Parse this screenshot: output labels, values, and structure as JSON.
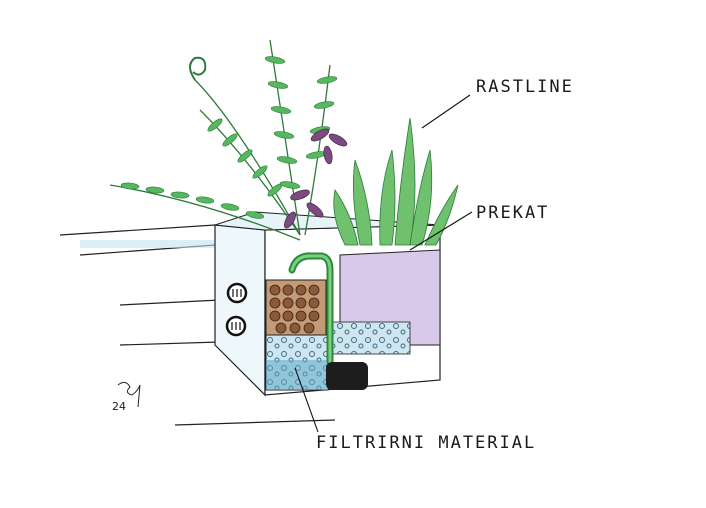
{
  "labels": {
    "plants": "RASTLINE",
    "partition": "PREKAT",
    "filter": "FILTRIRNI MATERIAL"
  },
  "signature": "24"
}
